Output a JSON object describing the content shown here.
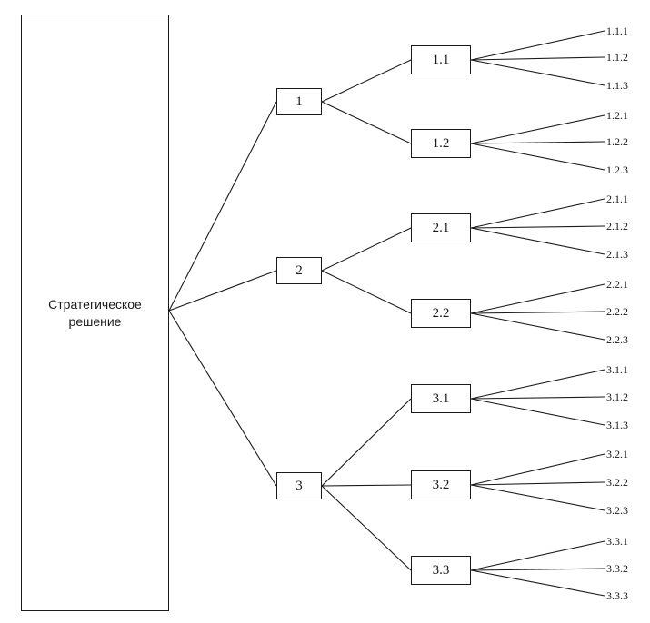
{
  "root": {
    "label": "Стратегическое решение"
  },
  "level1": [
    {
      "label": "1"
    },
    {
      "label": "2"
    },
    {
      "label": "3"
    }
  ],
  "level2": [
    {
      "label": "1.1",
      "parent": 0
    },
    {
      "label": "1.2",
      "parent": 0
    },
    {
      "label": "2.1",
      "parent": 1
    },
    {
      "label": "2.2",
      "parent": 1
    },
    {
      "label": "3.1",
      "parent": 2
    },
    {
      "label": "3.2",
      "parent": 2
    },
    {
      "label": "3.3",
      "parent": 2
    }
  ],
  "level3": [
    {
      "label": "1.1.1",
      "parent": 0
    },
    {
      "label": "1.1.2",
      "parent": 0
    },
    {
      "label": "1.1.3",
      "parent": 0
    },
    {
      "label": "1.2.1",
      "parent": 1
    },
    {
      "label": "1.2.2",
      "parent": 1
    },
    {
      "label": "1.2.3",
      "parent": 1
    },
    {
      "label": "2.1.1",
      "parent": 2
    },
    {
      "label": "2.1.2",
      "parent": 2
    },
    {
      "label": "2.1.3",
      "parent": 2
    },
    {
      "label": "2.2.1",
      "parent": 3
    },
    {
      "label": "2.2.2",
      "parent": 3
    },
    {
      "label": "2.2.3",
      "parent": 3
    },
    {
      "label": "3.1.1",
      "parent": 4
    },
    {
      "label": "3.1.2",
      "parent": 4
    },
    {
      "label": "3.1.3",
      "parent": 4
    },
    {
      "label": "3.2.1",
      "parent": 5
    },
    {
      "label": "3.2.2",
      "parent": 5
    },
    {
      "label": "3.2.3",
      "parent": 5
    },
    {
      "label": "3.3.1",
      "parent": 6
    },
    {
      "label": "3.3.2",
      "parent": 6
    },
    {
      "label": "3.3.3",
      "parent": 6
    }
  ]
}
